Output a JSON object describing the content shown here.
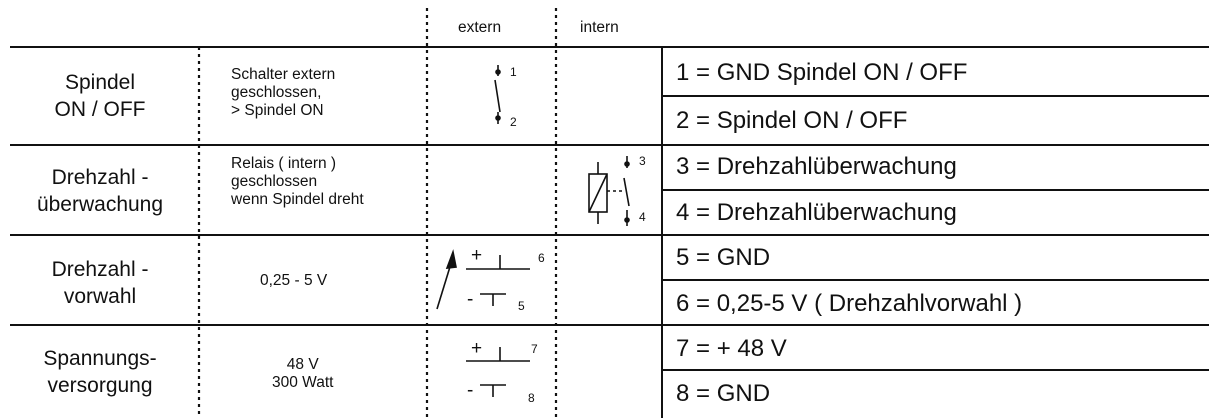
{
  "columns": {
    "extern": "extern",
    "intern": "intern"
  },
  "rows": [
    {
      "function": [
        "Spindel",
        "ON / OFF"
      ],
      "description": [
        "Schalter extern",
        "geschlossen,",
        ">  Spindel ON"
      ],
      "terminals": [
        "1",
        "2"
      ],
      "pins": [
        "1 = GND    Spindel ON / OFF",
        "2 = Spindel ON / OFF"
      ]
    },
    {
      "function": [
        "Drehzahl -",
        "überwachung"
      ],
      "description": [
        "Relais ( intern )",
        "geschlossen",
        "wenn Spindel dreht"
      ],
      "terminals": [
        "3",
        "4"
      ],
      "pins": [
        "3 = Drehzahlüberwachung",
        "4 = Drehzahlüberwachung"
      ]
    },
    {
      "function": [
        "Drehzahl -",
        "vorwahl"
      ],
      "description": [
        "0,25 - 5 V"
      ],
      "terminals": [
        "6",
        "5"
      ],
      "pins": [
        "5 = GND",
        "6 = 0,25-5 V ( Drehzahlvorwahl )"
      ]
    },
    {
      "function": [
        "Spannungs-",
        "versorgung"
      ],
      "description": [
        "48 V",
        "300 Watt"
      ],
      "terminals": [
        "7",
        "8"
      ],
      "pins": [
        "7 = + 48 V",
        "8 = GND"
      ]
    }
  ],
  "symbols": {
    "plus": "+",
    "minus": "-"
  }
}
